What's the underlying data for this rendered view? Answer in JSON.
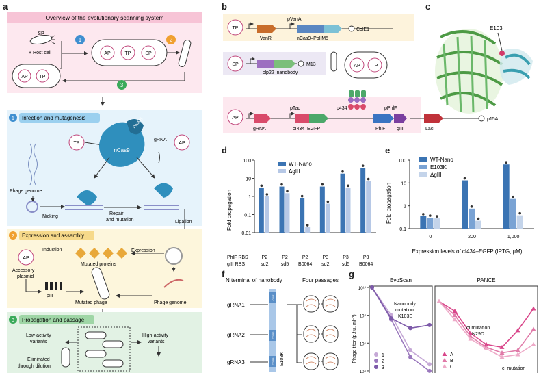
{
  "panels": {
    "a": "a",
    "b": "b",
    "c": "c",
    "d": "d",
    "e": "e",
    "f": "f",
    "g": "g"
  },
  "overview": {
    "title": "Overview of the evolutionary scanning system",
    "sp": "SP",
    "host_cell": "+ Host cell",
    "ap": "AP",
    "tp": "TP",
    "steps": [
      "1",
      "2",
      "3"
    ]
  },
  "section1": {
    "title": "Infection and mutagenesis",
    "num": "1",
    "tp": "TP",
    "ap": "AP",
    "grna": "gRNA",
    "polimb": "PolIM5",
    "ncas9": "nCas9",
    "phage_genome": "Phage genome",
    "nicking": "Nicking",
    "repair": "Repair",
    "and_mutation": "and mutation",
    "ligation": "Ligation"
  },
  "section2": {
    "title": "Expression and assembly",
    "num": "2",
    "induction": "Induction",
    "expression": "Expression",
    "mutated_proteins": "Mutated proteins",
    "ap": "AP",
    "accessory": "Accessory",
    "plasmid": "plasmid",
    "piii": "pIII",
    "mutated_phage": "Mutated phage",
    "phage_genome": "Phage genome"
  },
  "section3": {
    "title": "Propagation and passage",
    "num": "3",
    "low": "Low-activity",
    "variants": "variants",
    "high": "High-activity",
    "eliminated": "Eliminated",
    "through_dilution": "through dilution"
  },
  "panel_b": {
    "tp": "TP",
    "pvana": "pVanA",
    "vanr": "VanR",
    "ncas9_polimb": "nCas9–PolIM5",
    "cole1": "ColE1",
    "sp": "SP",
    "clp22": "clp22–nanobody",
    "m13": "M13",
    "ap": "AP",
    "ptac": "pTac",
    "p434": "p434",
    "pphlf": "pPhlF",
    "grna": "gRNA",
    "ci434": "cI434–EGFP",
    "phlf": "PhlF",
    "giii": "gIII",
    "laci": "LacI",
    "p15a": "p15A",
    "ap2": "AP",
    "tp2": "TP"
  },
  "panel_c": {
    "e103": "E103"
  },
  "panel_f": {
    "n_terminal": "N terminal of nanobody",
    "four_passages": "Four passages",
    "grna1": "gRNA1",
    "grna2": "gRNA2",
    "grna3": "gRNA3",
    "cdr1": "CDR1",
    "cdr2": "CDR2",
    "cdr3": "CDR3",
    "e103k": "E103K"
  },
  "chart_data": [
    {
      "type": "bar",
      "panel": "d",
      "ylabel": "Fold propagation",
      "yscale": "log",
      "ylim": [
        0.01,
        100
      ],
      "yticks": [
        "100",
        "10",
        "1",
        "0.1",
        "0.01"
      ],
      "row_labels": [
        "PhlF RBS",
        "gIII RBS"
      ],
      "categories": [
        [
          "P2",
          "sd2"
        ],
        [
          "P2",
          "sd5"
        ],
        [
          "P2",
          "B0064"
        ],
        [
          "P3",
          "sd2"
        ],
        [
          "P3",
          "sd5"
        ],
        [
          "P3",
          "B0064"
        ]
      ],
      "series": [
        {
          "name": "WT-Nano",
          "color": "#3b74b3",
          "values": [
            3.0,
            3.5,
            0.8,
            3.5,
            18,
            38
          ]
        },
        {
          "name": "ΔgIII",
          "color": "#b6c8e6",
          "values": [
            1.0,
            1.5,
            0.02,
            0.4,
            3.0,
            7.0
          ]
        }
      ]
    },
    {
      "type": "bar",
      "panel": "e",
      "ylabel": "Fold propagation",
      "yscale": "log",
      "ylim": [
        0.1,
        100
      ],
      "yticks": [
        "100",
        "10",
        "1",
        "0.1"
      ],
      "categories": [
        "0",
        "200",
        "1,000"
      ],
      "xlabel": "Expression levels of cI434–EGFP (IPTG, μM)",
      "series": [
        {
          "name": "WT-Nano",
          "color": "#3b74b3",
          "values": [
            0.35,
            13,
            65
          ]
        },
        {
          "name": "E103K",
          "color": "#7aa3d4",
          "values": [
            0.3,
            0.75,
            2.0
          ]
        },
        {
          "name": "ΔgIII",
          "color": "#c4d4ea",
          "values": [
            0.28,
            0.22,
            0.38
          ]
        }
      ]
    },
    {
      "type": "line",
      "panel": "g",
      "ylabel": "Phage titer (p.f.u. ml⁻¹)",
      "yscale": "log",
      "yticks": [
        "10¹⁰",
        "10⁸",
        "10⁶",
        "10⁴"
      ],
      "subplots": [
        {
          "title": "EvoScan",
          "series": [
            {
              "name": "1",
              "color": "#c5a8d6",
              "y": [
                10000000000.0,
                100000000.0,
                300000.0,
                30000.0
              ]
            },
            {
              "name": "2",
              "color": "#9a78bd",
              "y": [
                10000000000.0,
                50000000.0,
                100000.0,
                10000.0
              ]
            },
            {
              "name": "3",
              "color": "#7d5aa9",
              "y": [
                10000000000.0,
                60000000.0,
                12000000.0,
                20000000.0
              ]
            }
          ],
          "annotation": [
            "Nanobody",
            "mutation",
            "K103E"
          ]
        },
        {
          "title": "PANCE",
          "series": [
            {
              "name": "A",
              "color": "#d9468a",
              "y": [
                1000000000.0,
                200000000.0,
                5000000.0,
                800000.0,
                500000.0,
                8000000.0,
                300000000.0
              ]
            },
            {
              "name": "B",
              "color": "#e07aa8",
              "y": [
                1000000000.0,
                100000000.0,
                3000000.0,
                500000.0,
                200000.0,
                300000.0,
                10000000.0
              ]
            },
            {
              "name": "C",
              "color": "#eeaac8",
              "y": [
                1000000000.0,
                50000000.0,
                2000000.0,
                400000.0,
                100000.0,
                150000.0,
                800000.0
              ]
            }
          ],
          "annotation": [
            "cI mutation",
            "N29D"
          ],
          "annotation2": "cI mutation"
        }
      ]
    }
  ]
}
